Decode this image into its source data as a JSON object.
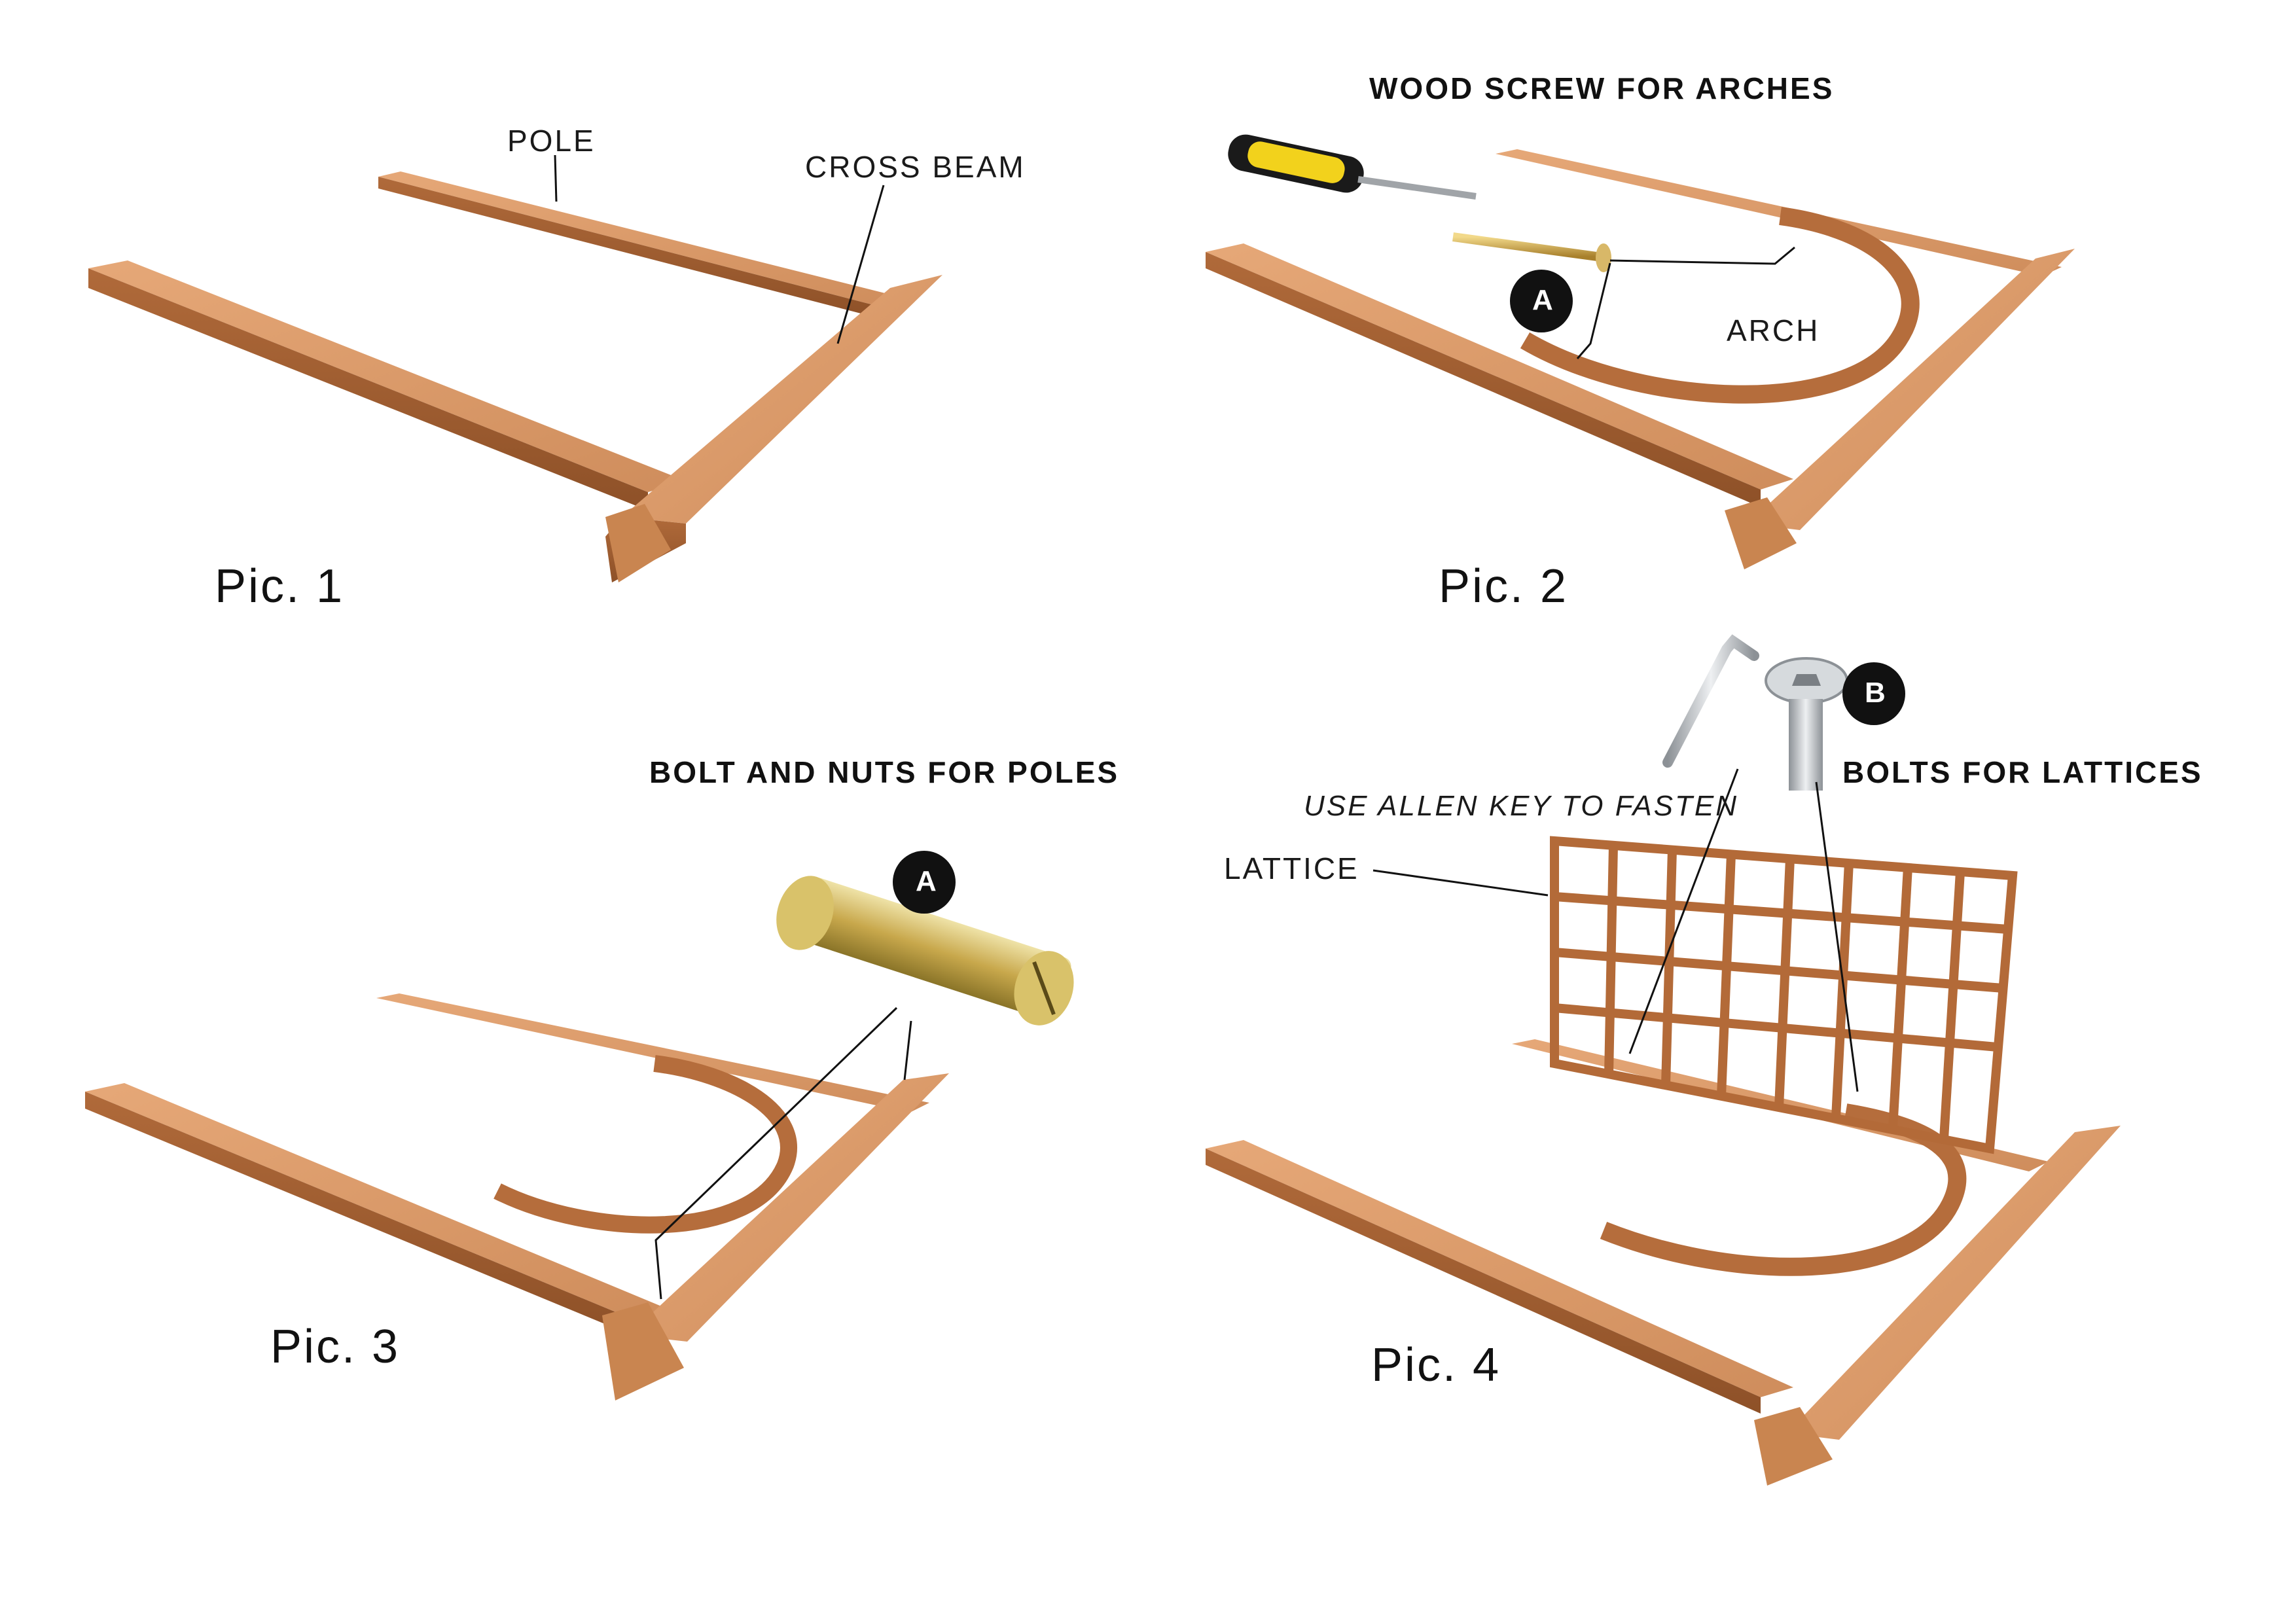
{
  "pictures": [
    {
      "caption": "Pic. 1",
      "parts": {
        "pole": "POLE",
        "cross_beam": "CROSS BEAM"
      }
    },
    {
      "caption": "Pic. 2",
      "heading": "WOOD SCREW FOR ARCHES",
      "badge": "A",
      "parts": {
        "arch": "ARCH"
      }
    },
    {
      "caption": "Pic. 3",
      "heading": "BOLT AND NUTS FOR POLES",
      "badge": "A"
    },
    {
      "caption": "Pic. 4",
      "heading": "BOLTS FOR LATTICES",
      "badge": "B",
      "note": "USE ALLEN KEY TO FASTEN",
      "parts": {
        "lattice": "LATTICE"
      }
    }
  ],
  "colors": {
    "wood_light": "#dc9a6a",
    "wood_mid": "#c07a47",
    "wood_dark": "#8e5128",
    "metal_gold": "#c8b060",
    "metal_silver": "#c8ccd0",
    "badge": "#111111",
    "handle_yellow": "#f2d21c"
  },
  "icons": [
    "screwdriver-icon",
    "wood-screw-icon",
    "bolt-and-nut-icon",
    "allen-key-icon",
    "hex-bolt-icon"
  ]
}
